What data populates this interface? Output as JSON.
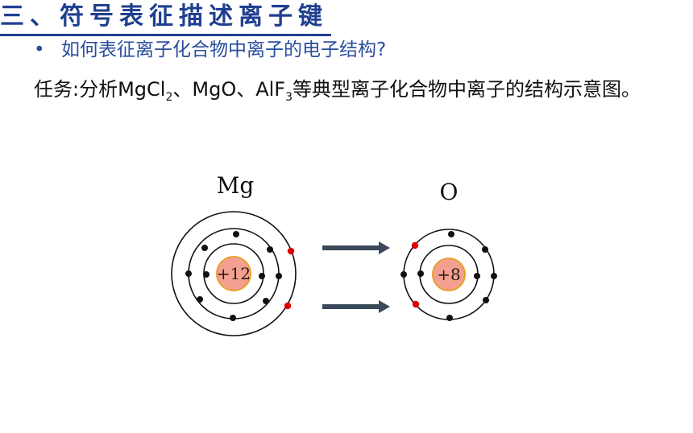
{
  "slide": {
    "title": "三、符号表征描述离子键",
    "bullet": "如何表征离子化合物中离子的电子结构?",
    "task": {
      "prefix": "任务:分析MgCl",
      "sub1": "2",
      "mid": "、MgO、AlF",
      "sub2": "3",
      "suffix": "等典型离子化合物中离子的结构示意图。"
    }
  },
  "diagram": {
    "mg": {
      "label": "Mg",
      "nucleus": "+12"
    },
    "o": {
      "label": "O",
      "nucleus": "+8"
    },
    "colors": {
      "electron": "#111111",
      "valence_electron": "#e00000",
      "nucleus_fill": "#f4a091",
      "nucleus_stroke": "#e8a02a",
      "arrow": "#3a4a5a"
    }
  }
}
